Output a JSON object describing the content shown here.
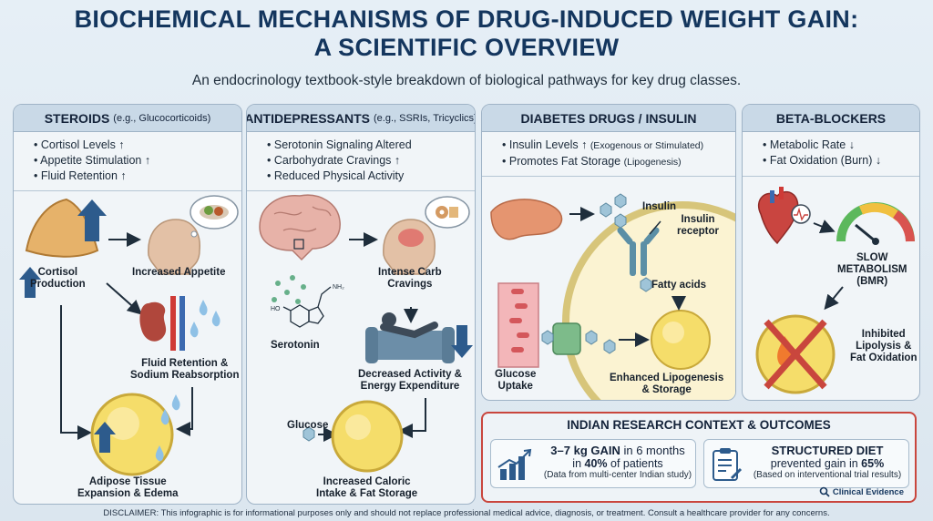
{
  "title_line1": "BIOCHEMICAL MECHANISMS OF DRUG-INDUCED WEIGHT GAIN:",
  "title_line2": "A SCIENTIFIC OVERVIEW",
  "subtitle": "An endocrinology textbook-style breakdown of biological pathways for key drug classes.",
  "steroids": {
    "title": "STEROIDS",
    "example": "(e.g., Glucocorticoids)",
    "bullets": [
      "Cortisol Levels ↑",
      "Appetite Stimulation ↑",
      "Fluid Retention ↑"
    ],
    "cortisol_label": "Cortisol\nProduction",
    "appetite_label": "Increased Appetite",
    "fluid_label": "Fluid Retention &\nSodium Reabsorption",
    "adipose_label": "Adipose Tissue\nExpansion & Edema"
  },
  "antidepressants": {
    "title": "ANTIDEPRESSANTS",
    "example": "(e.g., SSRIs, Tricyclics)",
    "bullets": [
      "Serotonin Signaling Altered",
      "Carbohydrate Cravings ↑",
      "Reduced Physical Activity"
    ],
    "serotonin_label": "Serotonin",
    "carb_label": "Intense Carb\nCravings",
    "activity_label": "Decreased Activity &\nEnergy Expenditure",
    "glucose_label": "Glucose",
    "intake_label": "Increased Caloric\nIntake & Fat Storage"
  },
  "diabetes": {
    "title": "DIABETES DRUGS / INSULIN",
    "bullet1_main": "Insulin Levels ↑",
    "bullet1_small": "(Exogenous or Stimulated)",
    "bullet2_main": "Promotes Fat Storage",
    "bullet2_small": "(Lipogenesis)",
    "insulin_label": "Insulin",
    "receptor_label": "Insulin\nreceptor",
    "fatty_label": "Fatty acids",
    "glucose_uptake_label": "Glucose\nUptake",
    "lipogenesis_label": "Enhanced Lipogenesis\n& Storage"
  },
  "beta": {
    "title": "BETA-BLOCKERS",
    "bullets": [
      "Metabolic Rate ↓",
      "Fat Oxidation (Burn) ↓"
    ],
    "slow_label": "SLOW\nMETABOLISM\n(BMR)",
    "inhibited_label": "Inhibited\nLipolysis &\nFat Oxidation"
  },
  "research": {
    "title": "INDIAN RESEARCH CONTEXT & OUTCOMES",
    "card1_bold": "3–7 kg GAIN",
    "card1_rest": " in 6 months",
    "card1_line2_pre": "in ",
    "card1_line2_bold": "40%",
    "card1_line2_post": " of patients",
    "card1_note": "(Data from multi-center Indian study)",
    "card2_bold": "STRUCTURED DIET",
    "card2_line2_pre": "prevented gain in ",
    "card2_line2_bold": "65%",
    "card2_note": "(Based on interventional trial results)",
    "evidence": "Clinical Evidence"
  },
  "disclaimer": "DISCLAIMER: This infographic is for informational purposes only and should not replace professional medical advice, diagnosis, or treatment. Consult a healthcare provider for any concerns.",
  "colors": {
    "navy": "#14365e",
    "fat_yellow": "#f5dd6a",
    "alert_red": "#c9463d",
    "arrow_blue": "#2d5b8c"
  }
}
